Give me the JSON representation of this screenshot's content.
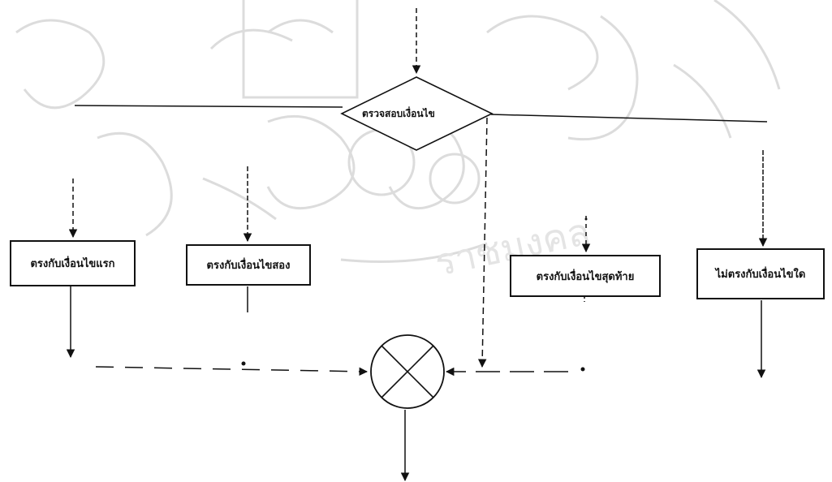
{
  "diagram": {
    "decision_label": "ตรวจสอบเงื่อนไข",
    "case_boxes": [
      {
        "id": "case-1",
        "label": "ตรงกับเงื่อนไขแรก"
      },
      {
        "id": "case-2",
        "label": "ตรงกับเงื่อนไขสอง"
      },
      {
        "id": "case-last",
        "label": "ตรงกับเงื่อนไขสุดท้าย"
      },
      {
        "id": "case-none",
        "label": "ไม่ตรงกับเงื่อนไขใด"
      }
    ],
    "merge_symbol": "⊗",
    "watermark_text": "ราชมงคล"
  }
}
